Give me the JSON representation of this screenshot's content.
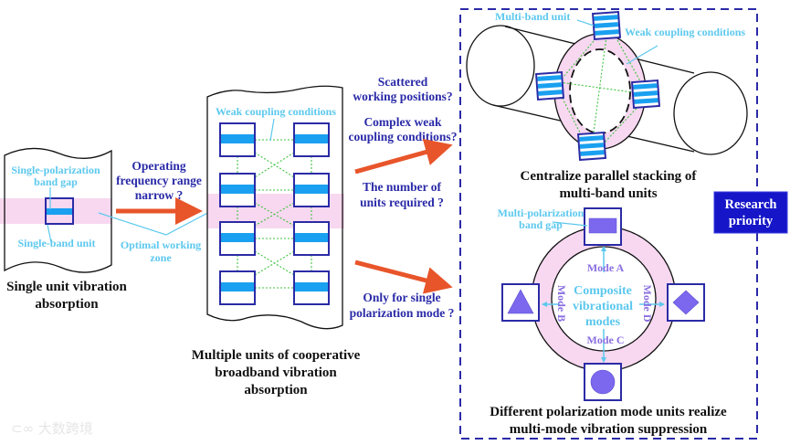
{
  "colors": {
    "navy": "#2a2aa8",
    "unit_border": "#2b2ba6",
    "band_blue": "#1aa0f0",
    "pink_zone": "#f7d8f0",
    "orange_arrow": "#e8552a",
    "label_cyan": "#5cc8ee",
    "coupling_green": "#3fc23f",
    "purple_shape": "#7b68ee",
    "priority_bg": "#1616c8"
  },
  "panel_single": {
    "label_bandgap": [
      "Single-polarization",
      "band gap"
    ],
    "label_unit": "Single-band unit",
    "caption": [
      "Single unit vibration",
      "absorption"
    ]
  },
  "arrow1": {
    "question": [
      "Operating",
      "frequency range",
      "narrow ?"
    ],
    "zone_label": [
      "Optimal working",
      "zone"
    ]
  },
  "panel_multi": {
    "label_coupling": "Weak coupling conditions",
    "caption": [
      "Multiple units of cooperative",
      "broadband vibration",
      "absorption"
    ]
  },
  "questions": {
    "q1": [
      "Scattered",
      "working positions?"
    ],
    "q2": [
      "Complex weak",
      "coupling conditions?"
    ],
    "q3": [
      "The number of",
      "units required ?"
    ],
    "q4": [
      "Only for single",
      "polarization mode ?"
    ]
  },
  "panel_cylinder": {
    "label_unit": "Multi-band unit",
    "label_coupling": "Weak coupling conditions",
    "caption": [
      "Centralize parallel stacking of",
      "multi-band units"
    ]
  },
  "research_priority": [
    "Research",
    "priority"
  ],
  "panel_modes": {
    "label_bandgap": [
      "Multi-polarization",
      "band gap"
    ],
    "center": [
      "Composite",
      "vibrational",
      "modes"
    ],
    "mode_a": "Mode A",
    "mode_b": "Mode B",
    "mode_c": "Mode C",
    "mode_d": "Mode D",
    "caption": [
      "Different polarization mode units realize",
      "multi-mode vibration suppression"
    ]
  },
  "watermark": "大数跨境"
}
